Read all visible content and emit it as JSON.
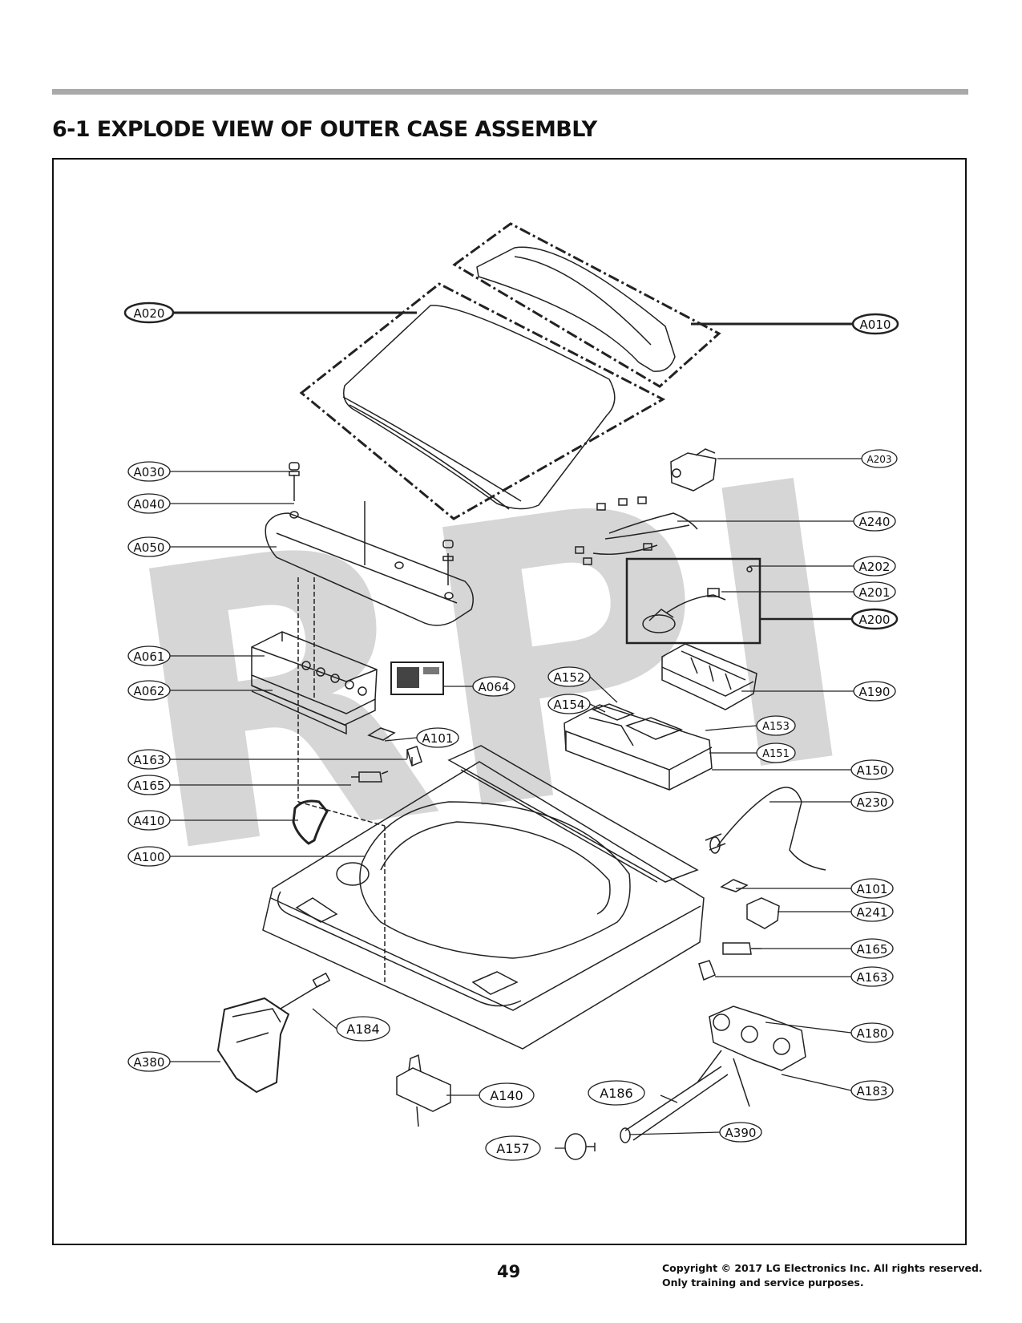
{
  "page": {
    "title": "6-1 EXPLODE VIEW OF OUTER CASE ASSEMBLY",
    "page_number": "49",
    "copyright_line1": "Copyright © 2017 LG Electronics Inc. All rights reserved.",
    "copyright_line2": "Only training and service purposes."
  },
  "watermark": "RPI",
  "colors": {
    "line": "#222222",
    "watermark": "#d6d6d6",
    "rule": "#a9a9a9"
  },
  "callouts": {
    "left": [
      "A020",
      "A030",
      "A040",
      "A050",
      "A061",
      "A062",
      "A163",
      "A165",
      "A410",
      "A100",
      "A380"
    ],
    "right": [
      "A010",
      "A203",
      "A240",
      "A202",
      "A201",
      "A200",
      "A190",
      "A150",
      "A230",
      "A101",
      "A241",
      "A165",
      "A163",
      "A180",
      "A183"
    ],
    "center": [
      "A064",
      "A101",
      "A152",
      "A154",
      "A153",
      "A151",
      "A184",
      "A140",
      "A186",
      "A390",
      "A157"
    ]
  }
}
